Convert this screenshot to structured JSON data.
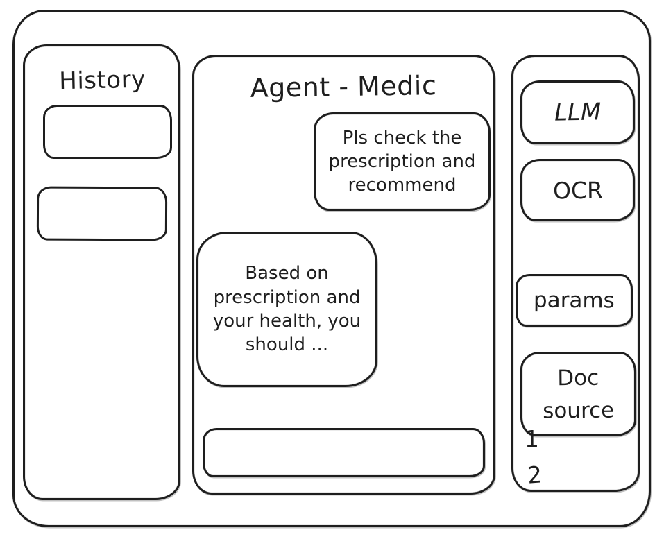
{
  "app": {
    "background_color": "#ffffff",
    "stroke_color": "#1e1e1e"
  },
  "history_panel": {
    "title": "History",
    "items": [
      {
        "label": ""
      },
      {
        "label": ""
      }
    ]
  },
  "chat_panel": {
    "title": "Agent - Medic",
    "messages": [
      {
        "role": "user",
        "text": "Pls check the prescription and recommend"
      },
      {
        "role": "agent",
        "text": "Based on prescription and your health, you should ..."
      }
    ],
    "input": {
      "value": "",
      "placeholder": ""
    }
  },
  "tools_panel": {
    "buttons": [
      {
        "label": "LLM"
      },
      {
        "label": "OCR"
      },
      {
        "label": "params"
      },
      {
        "label": "Doc source"
      }
    ],
    "doc_source_items": [
      "1",
      "2"
    ]
  }
}
